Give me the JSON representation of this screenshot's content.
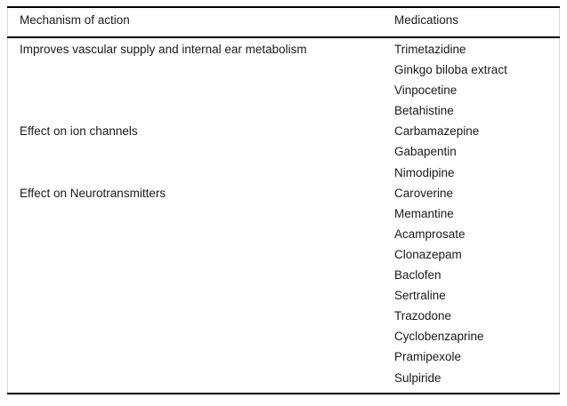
{
  "table": {
    "columns": [
      {
        "key": "mechanism",
        "label": "Mechanism of action"
      },
      {
        "key": "medication",
        "label": "Medications"
      }
    ],
    "groups": [
      {
        "mechanism": "Improves vascular supply and internal ear metabolism",
        "medications": [
          "Trimetazidine",
          "Ginkgo biloba extract",
          "Vinpocetine",
          "Betahistine"
        ]
      },
      {
        "mechanism": "Effect on ion channels",
        "medications": [
          "Carbamazepine",
          "Gabapentin",
          "Nimodipine"
        ]
      },
      {
        "mechanism": "Effect on Neurotransmitters",
        "medications": [
          "Caroverine",
          "Memantine",
          "Acamprosate",
          "Clonazepam",
          "Baclofen",
          "Sertraline",
          "Trazodone",
          "Cyclobenzaprine",
          "Pramipexole",
          "Sulpiride"
        ]
      }
    ],
    "rows": [
      {
        "mechanism": "Improves vascular supply and internal ear metabolism",
        "medication": "Trimetazidine"
      },
      {
        "mechanism": "",
        "medication": "Ginkgo biloba extract"
      },
      {
        "mechanism": "",
        "medication": "Vinpocetine"
      },
      {
        "mechanism": "",
        "medication": "Betahistine"
      },
      {
        "mechanism": "Effect on ion channels",
        "medication": "Carbamazepine"
      },
      {
        "mechanism": "",
        "medication": "Gabapentin"
      },
      {
        "mechanism": "",
        "medication": "Nimodipine"
      },
      {
        "mechanism": "Effect on Neurotransmitters",
        "medication": "Caroverine"
      },
      {
        "mechanism": "",
        "medication": "Memantine"
      },
      {
        "mechanism": "",
        "medication": "Acamprosate"
      },
      {
        "mechanism": "",
        "medication": "Clonazepam"
      },
      {
        "mechanism": "",
        "medication": "Baclofen"
      },
      {
        "mechanism": "",
        "medication": "Sertraline"
      },
      {
        "mechanism": "",
        "medication": "Trazodone"
      },
      {
        "mechanism": "",
        "medication": "Cyclobenzaprine"
      },
      {
        "mechanism": "",
        "medication": "Pramipexole"
      },
      {
        "mechanism": "",
        "medication": "Sulpiride"
      }
    ]
  },
  "colors": {
    "rule": "#000000",
    "frame": "#d9d9d9",
    "text": "#1a1a1a",
    "background": "#ffffff"
  }
}
